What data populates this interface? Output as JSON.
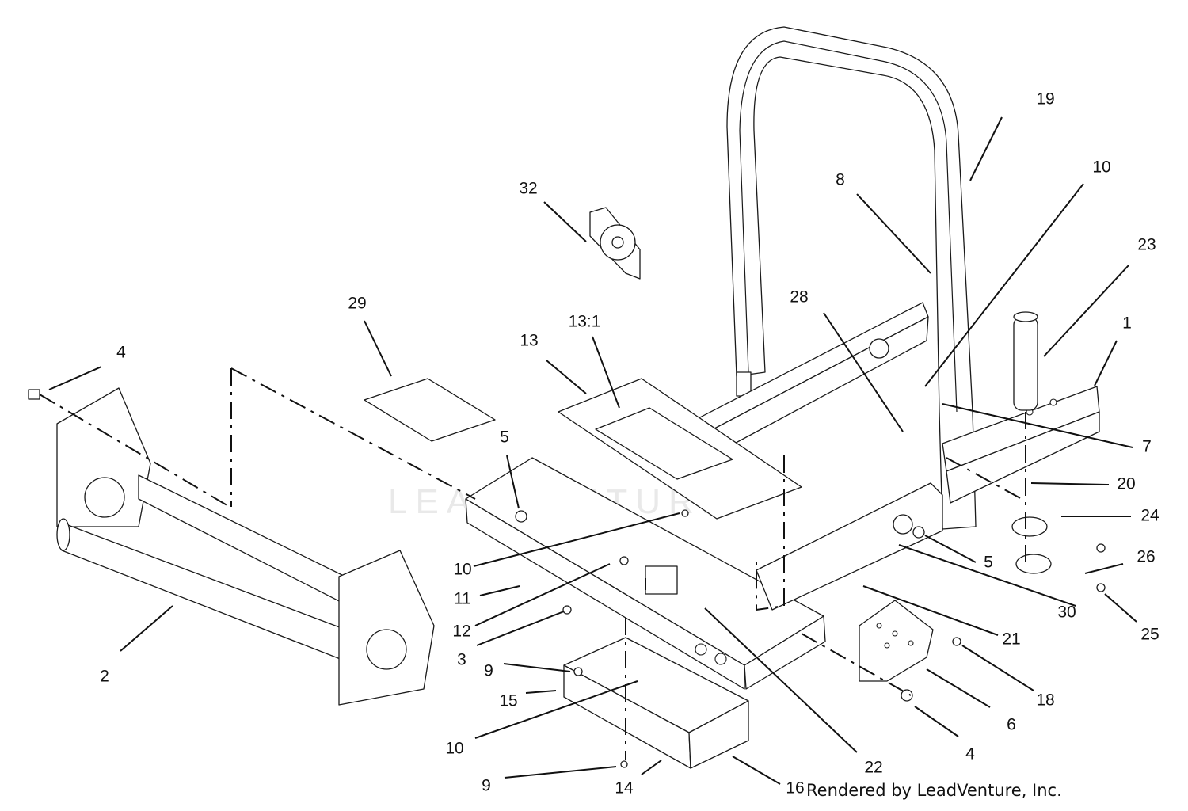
{
  "watermark": "LEADVENTURE",
  "credit": "Rendered by LeadVenture, Inc.",
  "callouts": [
    {
      "id": "c19",
      "text": "19"
    },
    {
      "id": "c10a",
      "text": "10"
    },
    {
      "id": "c8",
      "text": "8"
    },
    {
      "id": "c32",
      "text": "32"
    },
    {
      "id": "c23",
      "text": "23"
    },
    {
      "id": "c29",
      "text": "29"
    },
    {
      "id": "c28",
      "text": "28"
    },
    {
      "id": "c131",
      "text": "13:1"
    },
    {
      "id": "c13",
      "text": "13"
    },
    {
      "id": "c1",
      "text": "1"
    },
    {
      "id": "c4a",
      "text": "4"
    },
    {
      "id": "c7",
      "text": "7"
    },
    {
      "id": "c5a",
      "text": "5"
    },
    {
      "id": "c20",
      "text": "20"
    },
    {
      "id": "c24",
      "text": "24"
    },
    {
      "id": "c10b",
      "text": "10"
    },
    {
      "id": "c5b",
      "text": "5"
    },
    {
      "id": "c26",
      "text": "26"
    },
    {
      "id": "c11",
      "text": "11"
    },
    {
      "id": "c30",
      "text": "30"
    },
    {
      "id": "c12",
      "text": "12"
    },
    {
      "id": "c25",
      "text": "25"
    },
    {
      "id": "c21",
      "text": "21"
    },
    {
      "id": "c3",
      "text": "3"
    },
    {
      "id": "c2",
      "text": "2"
    },
    {
      "id": "c9a",
      "text": "9"
    },
    {
      "id": "c18",
      "text": "18"
    },
    {
      "id": "c15",
      "text": "15"
    },
    {
      "id": "c6",
      "text": "6"
    },
    {
      "id": "c10c",
      "text": "10"
    },
    {
      "id": "c4b",
      "text": "4"
    },
    {
      "id": "c22",
      "text": "22"
    },
    {
      "id": "c9b",
      "text": "9"
    },
    {
      "id": "c14",
      "text": "14"
    },
    {
      "id": "c16",
      "text": "16"
    }
  ]
}
